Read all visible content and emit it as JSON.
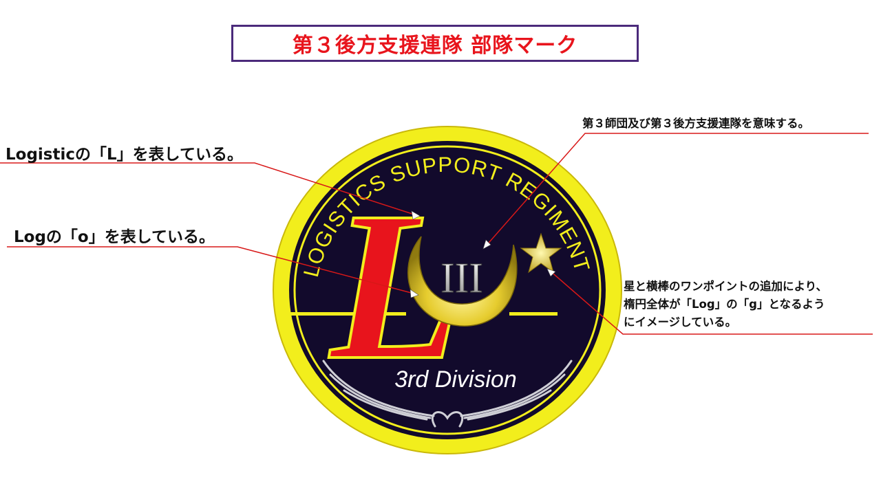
{
  "title": "第３後方支援連隊 部隊マーク",
  "emblem": {
    "arc_text": "LOGISTICS SUPPORT REGIMENT",
    "numeral": "III",
    "letter": "L",
    "division": "3rd Division"
  },
  "annotations": {
    "logistic_l": "Logisticの「L」を表している。",
    "log_o": "Logの「o」を表している。",
    "third": "第３師団及び第３後方支援連隊を意味する。",
    "log_g": [
      "星と横棒のワンポイントの追加により、",
      "楕円全体が「Log」の「g」となるよう",
      "にイメージしている。"
    ]
  },
  "colors": {
    "title": "#e8141c",
    "frame": "#4b2a7b",
    "leader": "#d81818",
    "ring": "#f2ee1c",
    "field": "#120a2c",
    "letter": "#e8141c",
    "gold": "#d8c024"
  }
}
